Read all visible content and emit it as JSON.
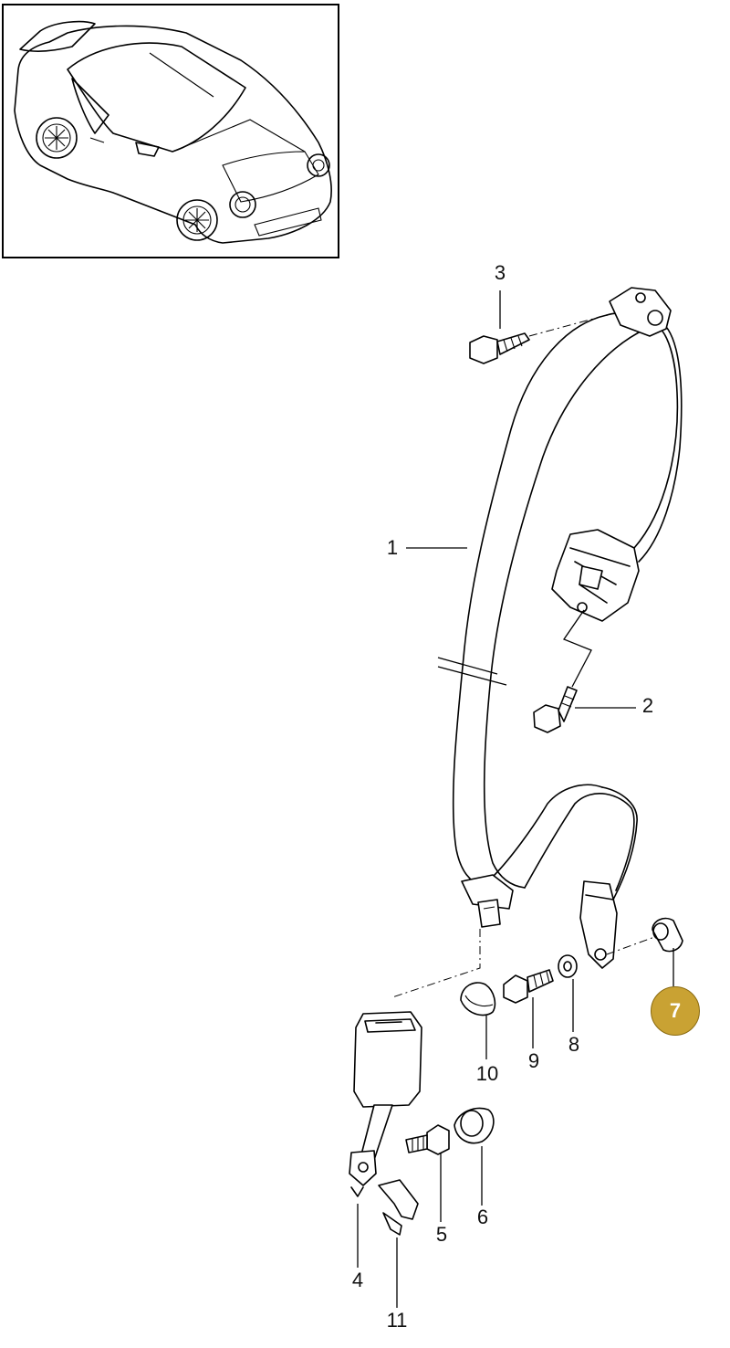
{
  "thumbnail": {
    "icon": "car-thumbnail-icon"
  },
  "callouts": [
    {
      "id": "1",
      "text": "1",
      "highlighted": false
    },
    {
      "id": "2",
      "text": "2",
      "highlighted": false
    },
    {
      "id": "3",
      "text": "3",
      "highlighted": false
    },
    {
      "id": "4",
      "text": "4",
      "highlighted": false
    },
    {
      "id": "5",
      "text": "5",
      "highlighted": false
    },
    {
      "id": "6",
      "text": "6",
      "highlighted": false
    },
    {
      "id": "7",
      "text": "7",
      "highlighted": true
    },
    {
      "id": "8",
      "text": "8",
      "highlighted": false
    },
    {
      "id": "9",
      "text": "9",
      "highlighted": false
    },
    {
      "id": "10",
      "text": "10",
      "highlighted": false
    },
    {
      "id": "11",
      "text": "11",
      "highlighted": false
    }
  ],
  "colors": {
    "highlight": "#c9a233",
    "line": "#000000",
    "background": "#ffffff"
  }
}
